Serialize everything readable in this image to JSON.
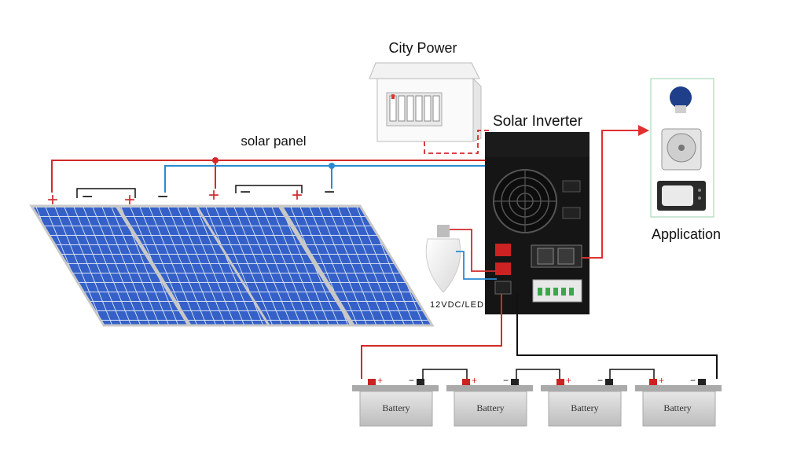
{
  "labels": {
    "city_power": "City Power",
    "solar_inverter": "Solar Inverter",
    "solar_panel": "solar panel",
    "application": "Application",
    "dc_led": "12VDC/LED"
  },
  "polarity": {
    "plus": "+",
    "minus": "−"
  },
  "batteries": [
    {
      "label": "Battery"
    },
    {
      "label": "Battery"
    },
    {
      "label": "Battery"
    },
    {
      "label": "Battery"
    }
  ],
  "colors": {
    "positive_wire": "#d22a2a",
    "negative_wire": "#2a8ad2",
    "ground_wire": "#111111",
    "ac_wire": "#e03030",
    "panel_cell": "#2a4fb3",
    "battery_body": "#d2d2d2"
  }
}
